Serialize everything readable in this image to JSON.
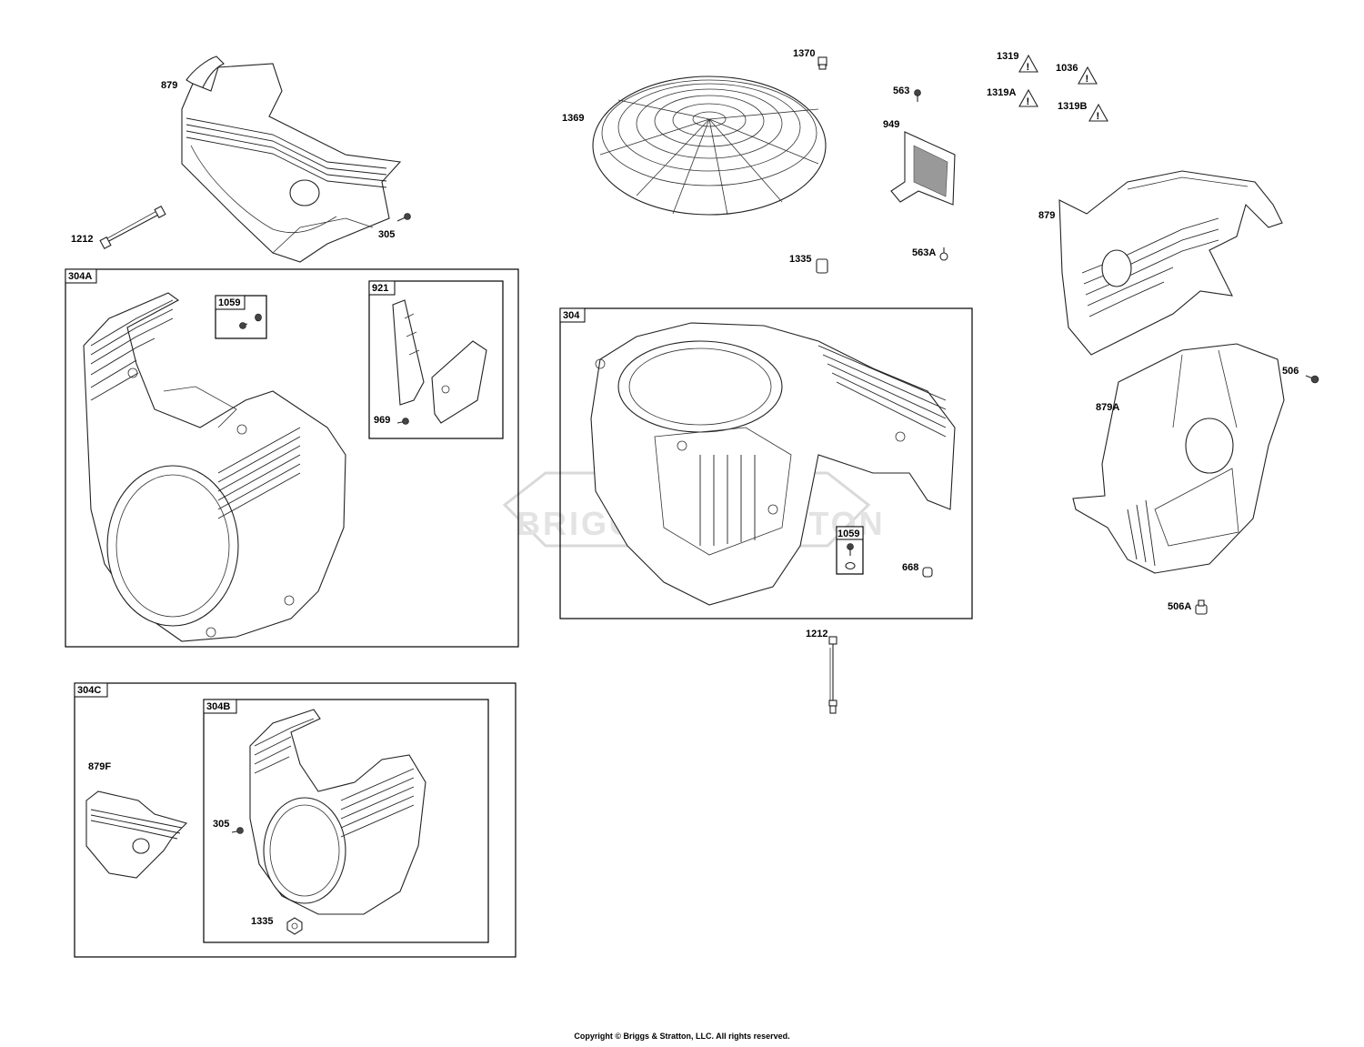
{
  "callouts": {
    "l879_tl": "879",
    "l1212_tl": "1212",
    "l305_t": "305",
    "l1369": "1369",
    "l1370": "1370",
    "l563": "563",
    "l949": "949",
    "l1335_t": "1335",
    "l563A": "563A",
    "l1319": "1319",
    "l1036": "1036",
    "l1319A": "1319A",
    "l1319B": "1319B",
    "l879_r": "879",
    "l506": "506",
    "l879A": "879A",
    "l506A": "506A",
    "l969": "969",
    "l668": "668",
    "l1212_b": "1212",
    "l879F": "879F",
    "l305_b": "305",
    "l1335_b": "1335"
  },
  "boxes": {
    "b304A": "304A",
    "b1059_a": "1059",
    "b921": "921",
    "b304": "304",
    "b1059_b": "1059",
    "b304C": "304C",
    "b304B": "304B"
  },
  "watermark": "BRIGGS&STRATTON",
  "copyright": "Copyright © Briggs & Stratton, LLC. All rights reserved."
}
